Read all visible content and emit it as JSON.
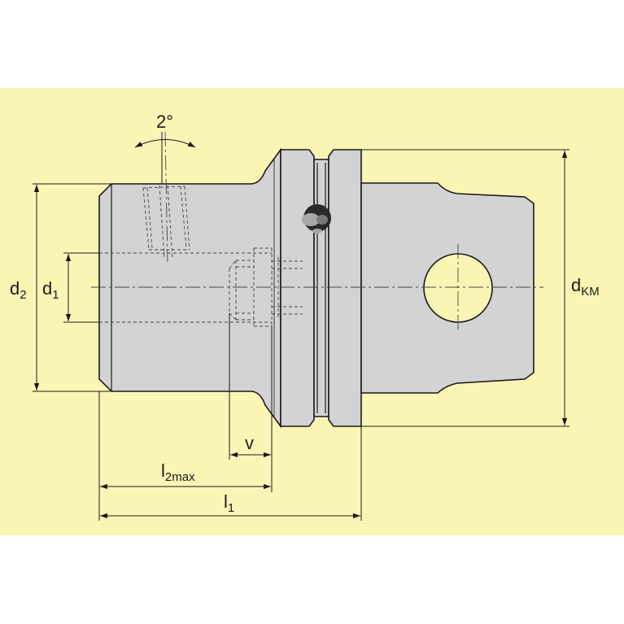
{
  "diagram": {
    "background_color": "#fbf5b5",
    "body_color": "#d3d3d5",
    "hole_color": "#fbf5b5",
    "labels": {
      "angle": "2°",
      "d2_main": "d",
      "d2_sub": "2",
      "d1_main": "d",
      "d1_sub": "1",
      "dkm_main": "d",
      "dkm_sub": "KM",
      "v": "v",
      "l2max_main": "l",
      "l2max_sub": "2max",
      "l1_main": "l",
      "l1_sub": "1"
    }
  }
}
